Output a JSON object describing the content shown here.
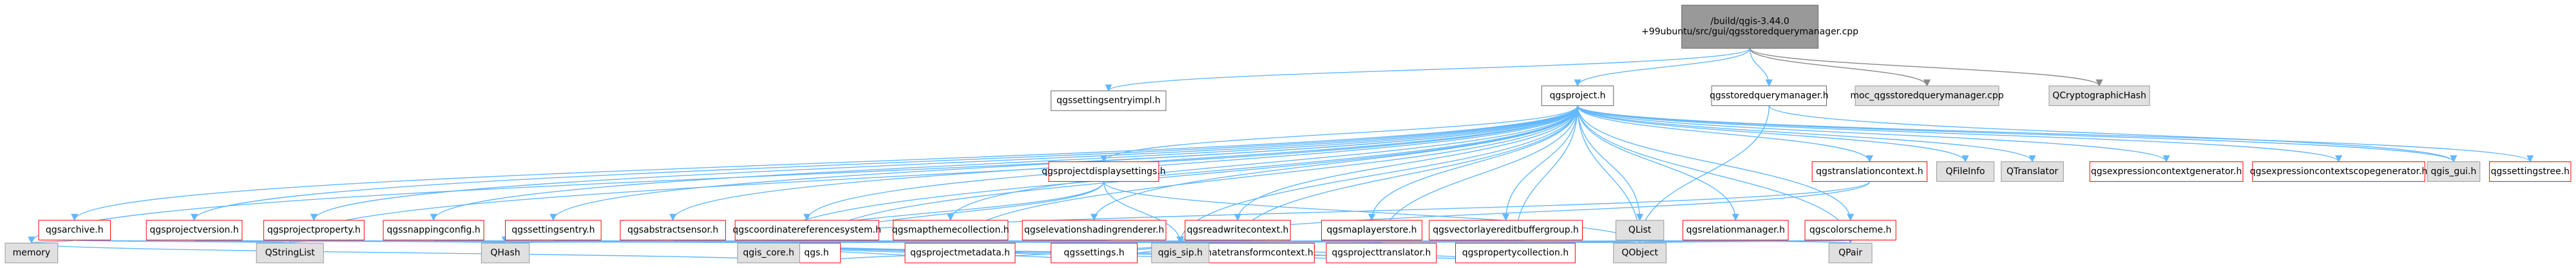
{
  "diagram": {
    "type": "include-dependency-graph",
    "nodes": [
      {
        "id": "root",
        "label": [
          "/build/qgis-3.44.0",
          "+99ubuntu/src/gui/qgsstoredquerymanager.cpp"
        ],
        "style": "cur"
      },
      {
        "id": "settingsentryimpl",
        "label": [
          "qgssettingsentryimpl.h"
        ],
        "style": "doc"
      },
      {
        "id": "project",
        "label": [
          "qgsproject.h"
        ],
        "style": "doc"
      },
      {
        "id": "storedquerymanager_h",
        "label": [
          "qgsstoredquerymanager.h"
        ],
        "style": "doc"
      },
      {
        "id": "moc",
        "label": [
          "moc_qgsstoredquerymanager.cpp"
        ],
        "style": "ext"
      },
      {
        "id": "qcrypto",
        "label": [
          "QCryptographicHash"
        ],
        "style": "ext"
      },
      {
        "id": "projectdisplaysettings",
        "label": [
          "qgsprojectdisplaysettings.h"
        ],
        "style": "bad"
      },
      {
        "id": "translationcontext",
        "label": [
          "qgstranslationcontext.h"
        ],
        "style": "bad"
      },
      {
        "id": "qfileinfo",
        "label": [
          "QFileInfo"
        ],
        "style": "ext"
      },
      {
        "id": "qtranslator",
        "label": [
          "QTranslator"
        ],
        "style": "ext"
      },
      {
        "id": "exprcontextgen",
        "label": [
          "qgsexpressioncontextgenerator.h"
        ],
        "style": "bad"
      },
      {
        "id": "exprcontextscopegen",
        "label": [
          "qgsexpressioncontextscopegenerator.h"
        ],
        "style": "bad"
      },
      {
        "id": "qgis_gui",
        "label": [
          "qgis_gui.h"
        ],
        "style": "ext"
      },
      {
        "id": "settingstree",
        "label": [
          "qgssettingstree.h"
        ],
        "style": "bad"
      },
      {
        "id": "archive",
        "label": [
          "qgsarchive.h"
        ],
        "style": "bad"
      },
      {
        "id": "projectversion",
        "label": [
          "qgsprojectversion.h"
        ],
        "style": "bad"
      },
      {
        "id": "projectproperty",
        "label": [
          "qgsprojectproperty.h"
        ],
        "style": "bad"
      },
      {
        "id": "snappingconfig",
        "label": [
          "qgssnappingconfig.h"
        ],
        "style": "bad"
      },
      {
        "id": "settingsentry",
        "label": [
          "qgssettingsentry.h"
        ],
        "style": "bad"
      },
      {
        "id": "abstractsensor",
        "label": [
          "qgsabstractsensor.h"
        ],
        "style": "bad"
      },
      {
        "id": "crs",
        "label": [
          "qgscoordinatereferencesystem.h"
        ],
        "style": "bad"
      },
      {
        "id": "mapthemecollection",
        "label": [
          "qgsmapthemecollection.h"
        ],
        "style": "bad"
      },
      {
        "id": "elevationshading",
        "label": [
          "qgselevationshadingrenderer.h"
        ],
        "style": "bad"
      },
      {
        "id": "readwritecontext",
        "label": [
          "qgsreadwritecontext.h"
        ],
        "style": "bad"
      },
      {
        "id": "maplayerstore",
        "label": [
          "qgsmaplayerstore.h"
        ],
        "style": "bad"
      },
      {
        "id": "vectorlayereditbuffergroup",
        "label": [
          "qgsvectorlayereditbuffergroup.h"
        ],
        "style": "bad"
      },
      {
        "id": "qlist",
        "label": [
          "QList"
        ],
        "style": "ext"
      },
      {
        "id": "relationmanager",
        "label": [
          "qgsrelationmanager.h"
        ],
        "style": "bad"
      },
      {
        "id": "colorscheme",
        "label": [
          "qgscolorscheme.h"
        ],
        "style": "bad"
      },
      {
        "id": "memory",
        "label": [
          "memory"
        ],
        "style": "ext"
      },
      {
        "id": "qstringlist",
        "label": [
          "QStringList"
        ],
        "style": "ext"
      },
      {
        "id": "qhash",
        "label": [
          "QHash"
        ],
        "style": "ext"
      },
      {
        "id": "qgs_h",
        "label": [
          "qgs.h"
        ],
        "style": "bad"
      },
      {
        "id": "projectmetadata",
        "label": [
          "qgsprojectmetadata.h"
        ],
        "style": "bad"
      },
      {
        "id": "settings_h",
        "label": [
          "qgssettings.h"
        ],
        "style": "bad"
      },
      {
        "id": "coordtransformcontext",
        "label": [
          "qgscoordinatetransformcontext.h"
        ],
        "style": "bad"
      },
      {
        "id": "projecttranslator",
        "label": [
          "qgsprojecttranslator.h"
        ],
        "style": "bad"
      },
      {
        "id": "propertycollection",
        "label": [
          "qgspropertycollection.h"
        ],
        "style": "bad"
      },
      {
        "id": "qobject",
        "label": [
          "QObject"
        ],
        "style": "ext"
      },
      {
        "id": "qpair",
        "label": [
          "QPair"
        ],
        "style": "ext"
      },
      {
        "id": "qgis_core",
        "label": [
          "qgis_core.h"
        ],
        "style": "ext"
      },
      {
        "id": "qgis_sip",
        "label": [
          "qgis_sip.h"
        ],
        "style": "ext"
      }
    ],
    "edges": [
      [
        "root",
        "settingsentryimpl"
      ],
      [
        "root",
        "project"
      ],
      [
        "root",
        "storedquerymanager_h"
      ],
      [
        "root",
        "moc"
      ],
      [
        "root",
        "qcrypto"
      ],
      [
        "project",
        "projectdisplaysettings"
      ],
      [
        "project",
        "translationcontext"
      ],
      [
        "project",
        "qfileinfo"
      ],
      [
        "project",
        "qtranslator"
      ],
      [
        "project",
        "exprcontextgen"
      ],
      [
        "project",
        "exprcontextscopegen"
      ],
      [
        "project",
        "qgis_gui"
      ],
      [
        "project",
        "settingstree"
      ],
      [
        "project",
        "archive"
      ],
      [
        "project",
        "projectversion"
      ],
      [
        "project",
        "projectproperty"
      ],
      [
        "project",
        "snappingconfig"
      ],
      [
        "project",
        "settingsentry"
      ],
      [
        "project",
        "abstractsensor"
      ],
      [
        "project",
        "crs"
      ],
      [
        "project",
        "mapthemecollection"
      ],
      [
        "project",
        "elevationshading"
      ],
      [
        "project",
        "readwritecontext"
      ],
      [
        "project",
        "maplayerstore"
      ],
      [
        "project",
        "vectorlayereditbuffergroup"
      ],
      [
        "project",
        "qlist"
      ],
      [
        "project",
        "relationmanager"
      ],
      [
        "project",
        "colorscheme"
      ],
      [
        "project",
        "memory"
      ],
      [
        "project",
        "qstringlist"
      ],
      [
        "project",
        "qgs_h"
      ],
      [
        "project",
        "projectmetadata"
      ],
      [
        "project",
        "coordtransformcontext"
      ],
      [
        "project",
        "projecttranslator"
      ],
      [
        "project",
        "propertycollection"
      ],
      [
        "project",
        "qobject"
      ],
      [
        "project",
        "qpair"
      ],
      [
        "project",
        "qgis_core"
      ],
      [
        "project",
        "qgis_sip"
      ],
      [
        "storedquerymanager_h",
        "qgis_gui"
      ],
      [
        "storedquerymanager_h",
        "qobject"
      ],
      [
        "projectdisplaysettings",
        "qgis_core"
      ],
      [
        "projectdisplaysettings",
        "qgis_sip"
      ],
      [
        "projectdisplaysettings",
        "qobject"
      ],
      [
        "projectdisplaysettings",
        "qgs_h"
      ],
      [
        "translationcontext",
        "qgis_core"
      ],
      [
        "translationcontext",
        "qgis_sip"
      ],
      [
        "archive",
        "memory"
      ],
      [
        "archive",
        "qstringlist"
      ],
      [
        "archive",
        "qgis_core"
      ],
      [
        "projectversion",
        "qstringlist"
      ],
      [
        "projectversion",
        "qgis_core"
      ],
      [
        "projectversion",
        "qgis_sip"
      ],
      [
        "projectproperty",
        "qstringlist"
      ],
      [
        "projectproperty",
        "qhash"
      ],
      [
        "projectproperty",
        "qgis_core"
      ],
      [
        "projectproperty",
        "qgis_sip"
      ],
      [
        "snappingconfig",
        "qhash"
      ],
      [
        "snappingconfig",
        "qgs_h"
      ],
      [
        "snappingconfig",
        "qgis_core"
      ],
      [
        "snappingconfig",
        "qgis_sip"
      ],
      [
        "settingsentry",
        "qgs_h"
      ],
      [
        "settingsentry",
        "settings_h"
      ],
      [
        "settingsentry",
        "qgis_core"
      ],
      [
        "settingsentry",
        "qgis_sip"
      ],
      [
        "abstractsensor",
        "qgs_h"
      ],
      [
        "abstractsensor",
        "qgis_core"
      ],
      [
        "abstractsensor",
        "qgis_sip"
      ],
      [
        "crs",
        "qhash"
      ],
      [
        "crs",
        "qgs_h"
      ],
      [
        "crs",
        "qgis_core"
      ],
      [
        "crs",
        "qgis_sip"
      ],
      [
        "crs",
        "qobject"
      ],
      [
        "mapthemecollection",
        "qgs_h"
      ],
      [
        "mapthemecollection",
        "qgis_core"
      ],
      [
        "mapthemecollection",
        "qgis_sip"
      ],
      [
        "mapthemecollection",
        "qobject"
      ],
      [
        "elevationshading",
        "qgs_h"
      ],
      [
        "elevationshading",
        "qgis_core"
      ],
      [
        "elevationshading",
        "qgis_sip"
      ],
      [
        "readwritecontext",
        "projecttranslator"
      ],
      [
        "readwritecontext",
        "coordtransformcontext"
      ],
      [
        "readwritecontext",
        "qgis_core"
      ],
      [
        "readwritecontext",
        "qgis_sip"
      ],
      [
        "maplayerstore",
        "qobject"
      ],
      [
        "maplayerstore",
        "qgis_core"
      ],
      [
        "maplayerstore",
        "qgis_sip"
      ],
      [
        "vectorlayereditbuffergroup",
        "qobject"
      ],
      [
        "vectorlayereditbuffergroup",
        "qgis_core"
      ],
      [
        "vectorlayereditbuffergroup",
        "qgis_sip"
      ],
      [
        "relationmanager",
        "qobject"
      ],
      [
        "relationmanager",
        "qpair"
      ],
      [
        "relationmanager",
        "qgis_core"
      ],
      [
        "relationmanager",
        "qgis_sip"
      ],
      [
        "colorscheme",
        "qpair"
      ],
      [
        "colorscheme",
        "qobject"
      ],
      [
        "colorscheme",
        "qgis_core"
      ],
      [
        "colorscheme",
        "qgis_sip"
      ],
      [
        "qgs_h",
        "memory"
      ],
      [
        "qgs_h",
        "qgis_core"
      ],
      [
        "qgs_h",
        "qgis_sip"
      ],
      [
        "projectmetadata",
        "qgis_core"
      ],
      [
        "projectmetadata",
        "qgis_sip"
      ],
      [
        "settings_h",
        "qgis_core"
      ],
      [
        "settings_h",
        "qgis_sip"
      ],
      [
        "coordtransformcontext",
        "qgis_core"
      ],
      [
        "coordtransformcontext",
        "qgis_sip"
      ],
      [
        "projecttranslator",
        "qgis_core"
      ],
      [
        "projecttranslator",
        "qgis_sip"
      ],
      [
        "propertycollection",
        "qgis_core"
      ],
      [
        "propertycollection",
        "qgis_sip"
      ]
    ]
  }
}
